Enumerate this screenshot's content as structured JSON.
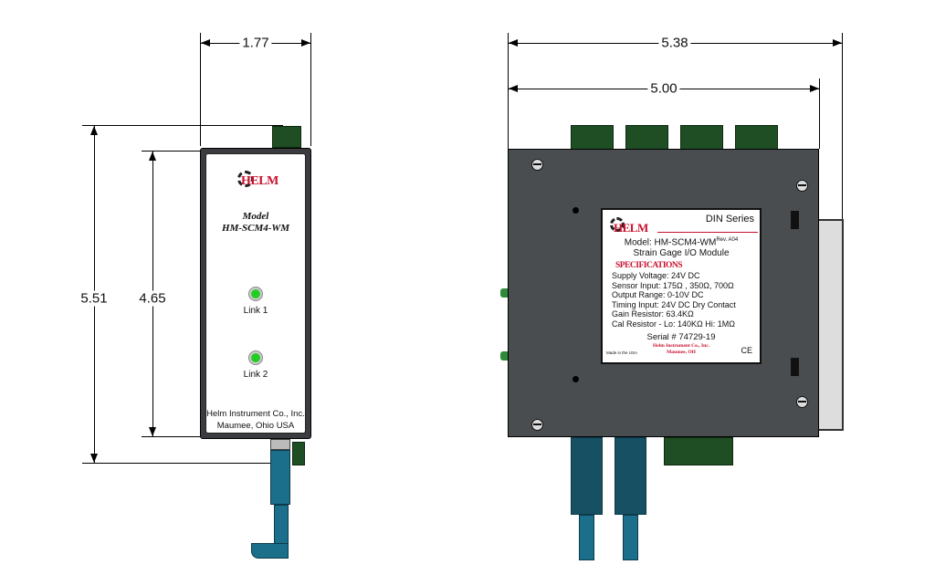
{
  "dimensions": {
    "left_width": "1.77",
    "left_height_total": "5.51",
    "left_height_body": "4.65",
    "right_width_total": "5.38",
    "right_width_body": "5.00"
  },
  "front": {
    "logo": "HELM",
    "model_label": "Model",
    "model": "HM-SCM4-WM",
    "led1": "Link 1",
    "led2": "Link 2",
    "company": "Helm Instrument Co., Inc.",
    "location": "Maumee, Ohio USA",
    "led_color": "#22cc22"
  },
  "side": {
    "series": "DIN Series",
    "logo": "HELM",
    "model": "Model: HM-SCM4-WM",
    "rev": "Rev. A04",
    "module": "Strain Gage I/O Module",
    "spec_title": "SPECIFICATIONS",
    "specs": [
      "Supply Voltage: 24V DC",
      "Sensor Input: 175Ω , 350Ω, 700Ω",
      "Output Range: 0-10V DC",
      "Timing Input: 24V DC Dry Contact",
      "Gain Resistor: 63.4KΩ",
      "Cal Resistor - Lo: 140KΩ Hi: 1MΩ"
    ],
    "serial": "Serial # 74729-19",
    "made_in": "Made in the USA",
    "company": "Helm Instrument Co., Inc.",
    "city": "Maumee, OH",
    "ce": "CE",
    "body_color": "#4a4d50"
  }
}
